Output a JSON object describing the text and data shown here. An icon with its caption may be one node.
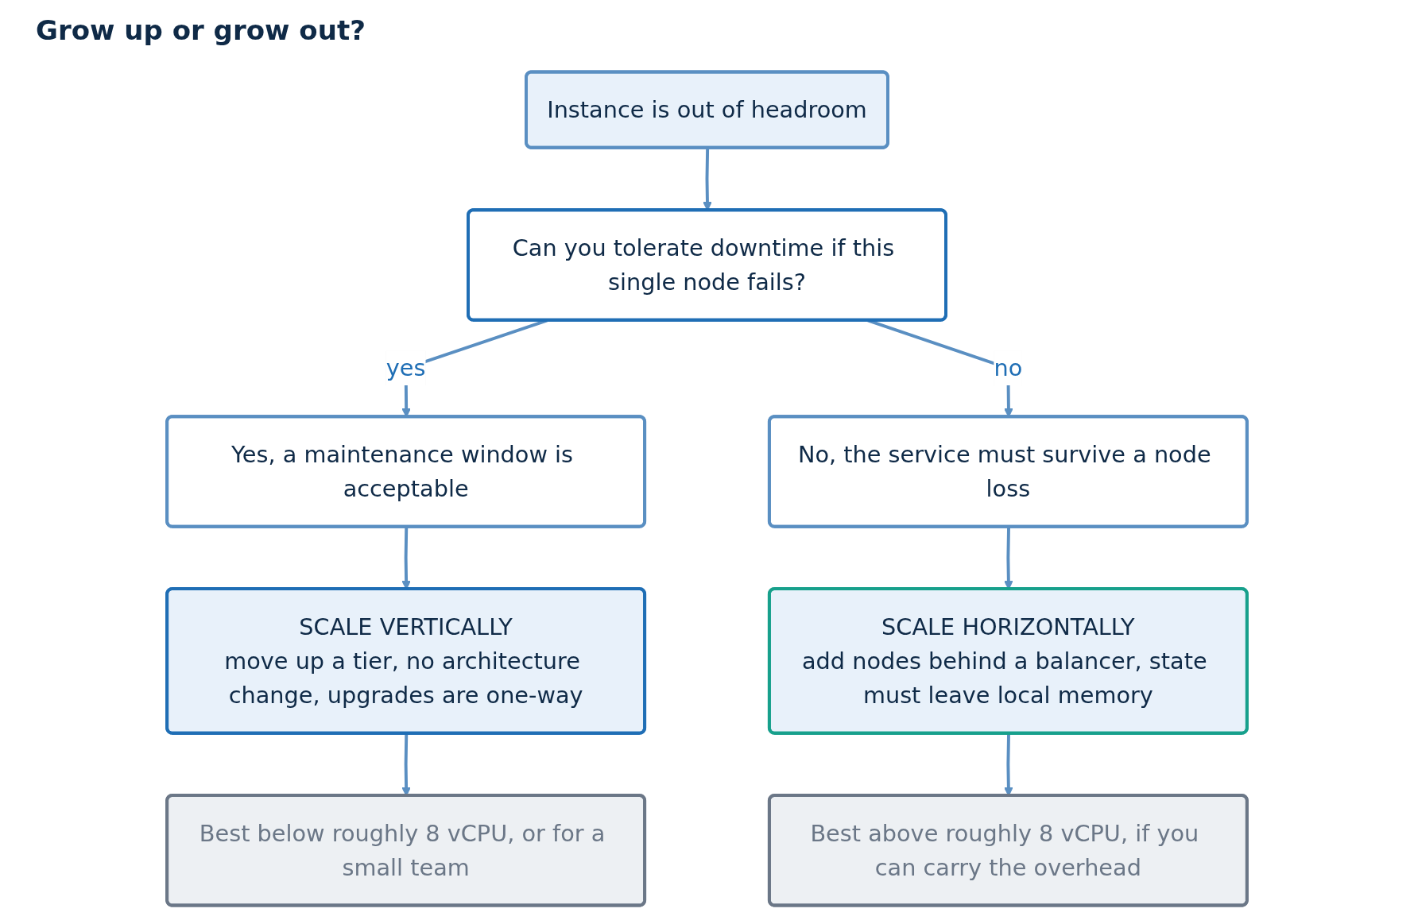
{
  "diagram": {
    "title": "Grow up or grow out?",
    "nodes": [
      {
        "text": [
          "Instance is out of headroom"
        ]
      },
      {
        "text": [
          "Can you tolerate downtime if this single node fails?"
        ]
      },
      {
        "text": [
          "Yes, a maintenance window is acceptable"
        ]
      },
      {
        "text": [
          "No, the service must survive a node loss"
        ]
      },
      {
        "text": [
          "SCALE VERTICALLY",
          "move up a tier, no architecture change, upgrades are one-way"
        ]
      },
      {
        "text": [
          "SCALE HORIZONTALLY",
          "add nodes behind a balancer, state must leave local memory"
        ]
      },
      {
        "text": [
          "Best below roughly 8 vCPU, or for a small team"
        ]
      },
      {
        "text": [
          "Best above roughly 8 vCPU, if you can carry the overhead"
        ]
      }
    ],
    "edges": [
      {
        "from": 0,
        "to": 1,
        "arrow": "to"
      },
      {
        "from": 1,
        "to": 2,
        "arrow": "to",
        "label": "yes"
      },
      {
        "from": 1,
        "to": 3,
        "arrow": "to",
        "label": "no"
      },
      {
        "from": 2,
        "to": 4,
        "arrow": "to"
      },
      {
        "from": 3,
        "to": 5,
        "arrow": "to"
      },
      {
        "from": 4,
        "to": 6,
        "arrow": "to"
      },
      {
        "from": 5,
        "to": 7,
        "arrow": "to"
      }
    ]
  }
}
